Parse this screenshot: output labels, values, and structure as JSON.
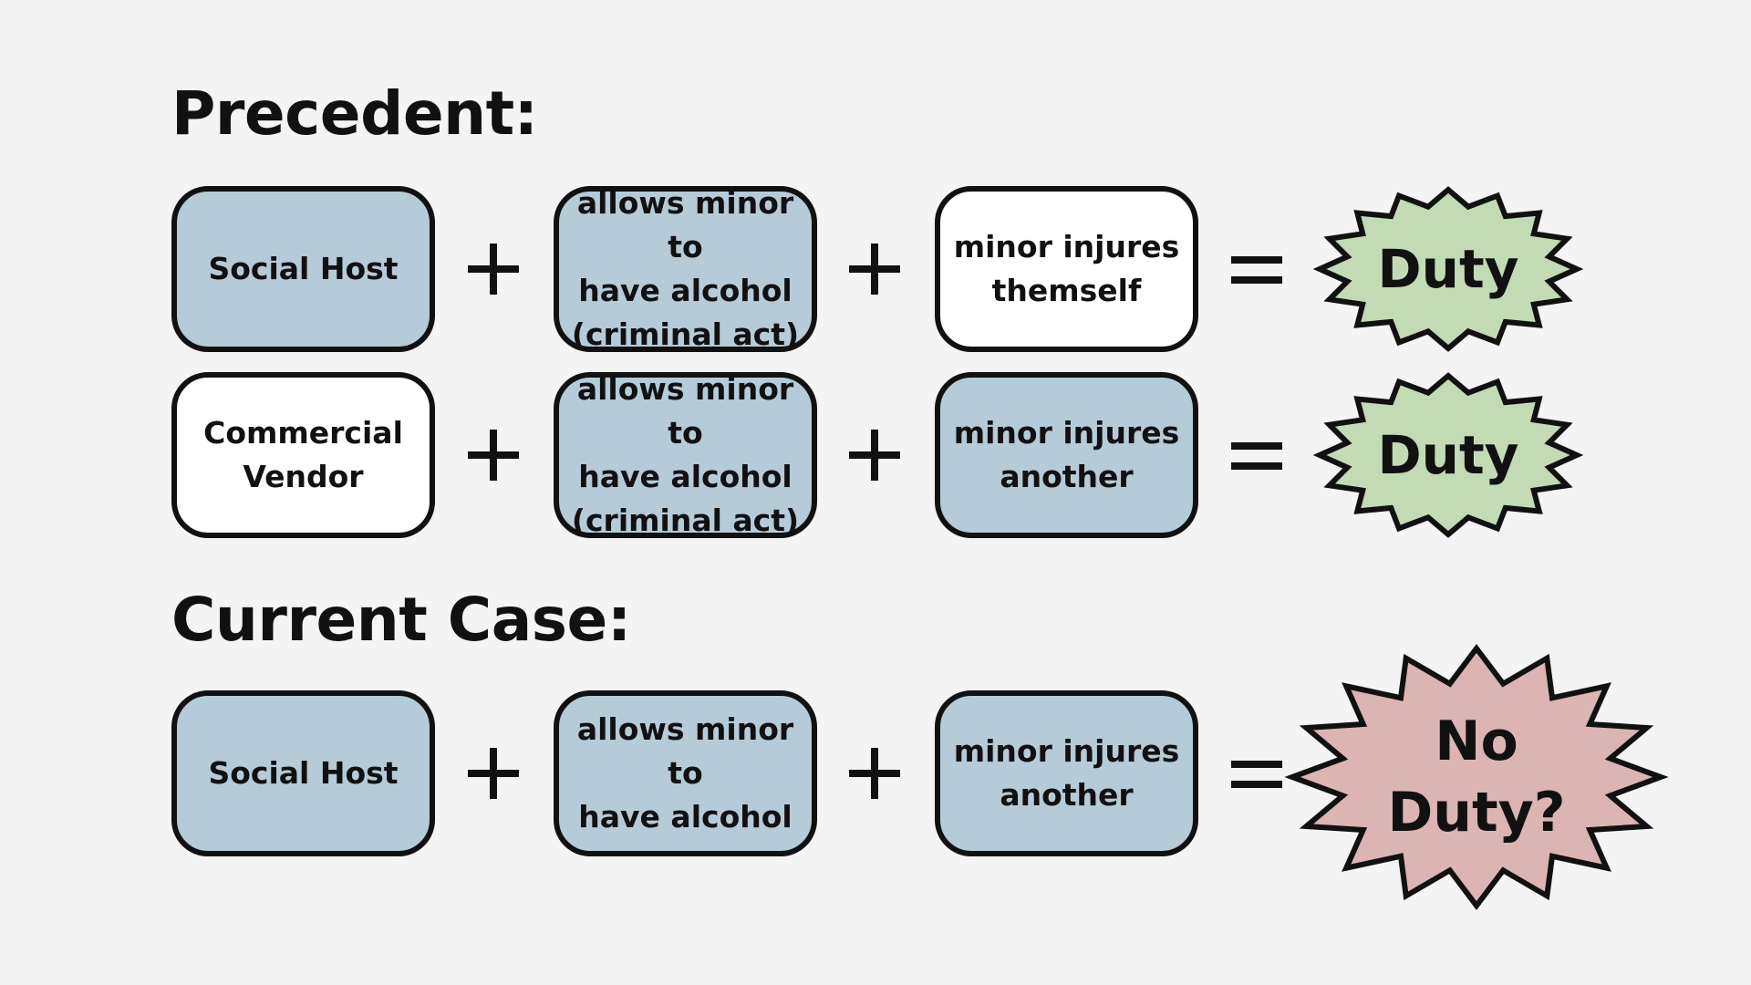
{
  "precedent_heading": "Precedent:",
  "current_heading": "Current Case:",
  "colors": {
    "blue_box": "#b5cbd8",
    "white_box": "#ffffff",
    "duty_green": "#c3dbb5",
    "no_duty_red": "#dcb4b4",
    "outline": "#111111",
    "background": "#f4f4f4"
  },
  "rows": [
    {
      "boxes": [
        {
          "text": "Social Host",
          "fill": "blue"
        },
        {
          "text": "allows minor to\nhave alcohol\n(criminal act)",
          "fill": "blue"
        },
        {
          "text": "minor injures\nthemself",
          "fill": "white"
        }
      ],
      "result": "Duty"
    },
    {
      "boxes": [
        {
          "text": "Commercial\nVendor",
          "fill": "white"
        },
        {
          "text": "allows minor to\nhave alcohol\n(criminal act)",
          "fill": "blue"
        },
        {
          "text": "minor injures\nanother",
          "fill": "blue"
        }
      ],
      "result": "Duty"
    },
    {
      "boxes": [
        {
          "text": "Social Host",
          "fill": "blue"
        },
        {
          "text": "allows minor to\nhave alcohol",
          "fill": "blue"
        },
        {
          "text": "minor injures\nanother",
          "fill": "blue"
        }
      ],
      "result": "No\nDuty?"
    }
  ],
  "operators": {
    "plus": "plus-sign",
    "equals": "equals-sign"
  }
}
